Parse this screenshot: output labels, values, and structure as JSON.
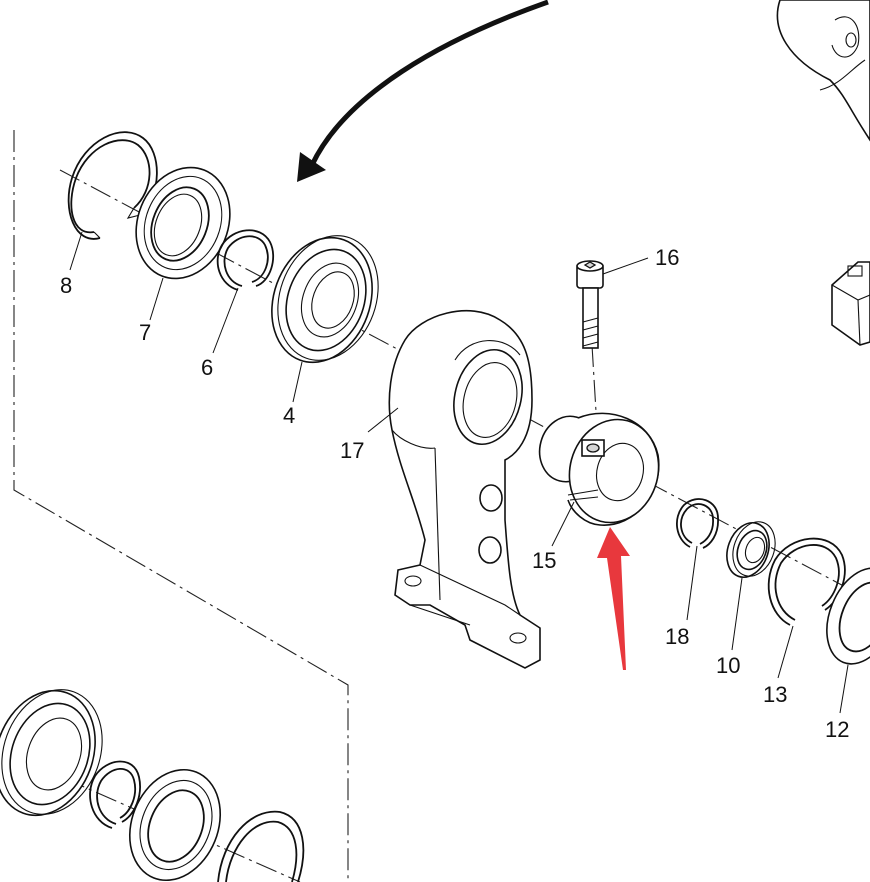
{
  "diagram": {
    "callouts": [
      {
        "id": "8",
        "label": "8"
      },
      {
        "id": "7",
        "label": "7"
      },
      {
        "id": "6",
        "label": "6"
      },
      {
        "id": "4",
        "label": "4"
      },
      {
        "id": "17",
        "label": "17"
      },
      {
        "id": "16",
        "label": "16"
      },
      {
        "id": "15",
        "label": "15"
      },
      {
        "id": "18",
        "label": "18"
      },
      {
        "id": "10",
        "label": "10"
      },
      {
        "id": "13",
        "label": "13"
      },
      {
        "id": "12",
        "label": "12"
      }
    ],
    "colors": {
      "line": "#111111",
      "background": "#ffffff",
      "highlight_arrow": "#e8383d",
      "shading": "#d6d6d6"
    }
  }
}
